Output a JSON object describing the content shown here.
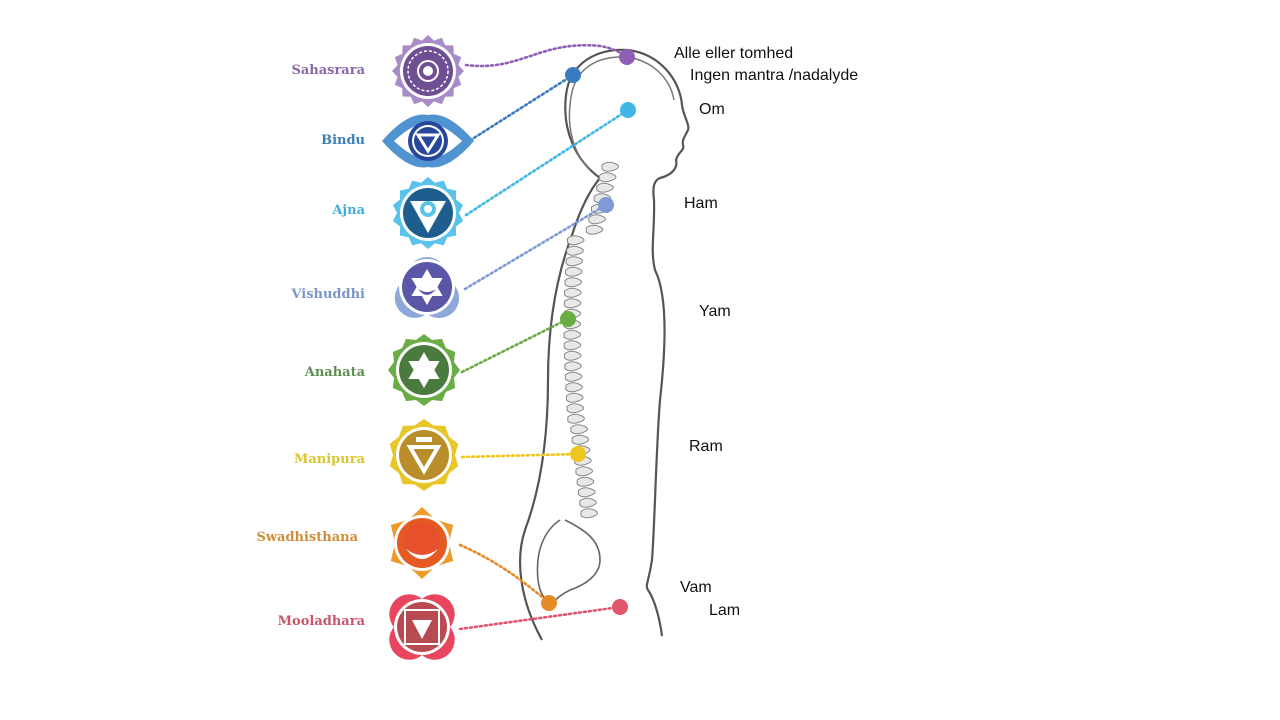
{
  "chakras": [
    {
      "name": "Sahasrara",
      "color": "#8a67a8",
      "dark": "#6e4f94",
      "light": "#a88cc7",
      "mantra": "Alle eller tomhed",
      "dot": "#8e5fb5",
      "icon": "lotus-thousand-petal-icon"
    },
    {
      "name": "Bindu",
      "color": "#3a7fb8",
      "dark": "#27479a",
      "light": "#4f93d1",
      "mantra": "Ingen mantra /nadalyde",
      "dot": "#3a7cc0",
      "icon": "eye-triangle-icon"
    },
    {
      "name": "Ajna",
      "color": "#3fb0de",
      "dark": "#1d5e8f",
      "light": "#59c3ec",
      "mantra": "Om",
      "dot": "#3fb6e6",
      "icon": "triangle-circle-icon"
    },
    {
      "name": "Vishuddhi",
      "color": "#7b96c8",
      "dark": "#5a56a8",
      "light": "#8fa8db",
      "mantra": "Ham",
      "dot": "#7f9bd6",
      "icon": "star-crescent-icon"
    },
    {
      "name": "Anahata",
      "color": "#5f8f4f",
      "dark": "#4a7a3e",
      "light": "#6aac45",
      "mantra": "Yam",
      "dot": "#6aad44",
      "icon": "six-point-star-icon"
    },
    {
      "name": "Manipura",
      "color": "#dcc530",
      "dark": "#b88d2a",
      "light": "#e8c628",
      "mantra": "Ram",
      "dot": "#f0c51f",
      "icon": "fire-triangle-icon"
    },
    {
      "name": "Swadhisthana",
      "color": "#d08d3a",
      "dark": "#e35a22",
      "light": "#ef9a2b",
      "mantra": "Vam",
      "dot": "#e68a25",
      "icon": "crescent-moon-icon"
    },
    {
      "name": "Mooladhara",
      "color": "#c9566a",
      "dark": "#b84a52",
      "light": "#e8465e",
      "mantra": "Lam",
      "dot": "#e0566d",
      "icon": "square-triangle-icon"
    }
  ]
}
